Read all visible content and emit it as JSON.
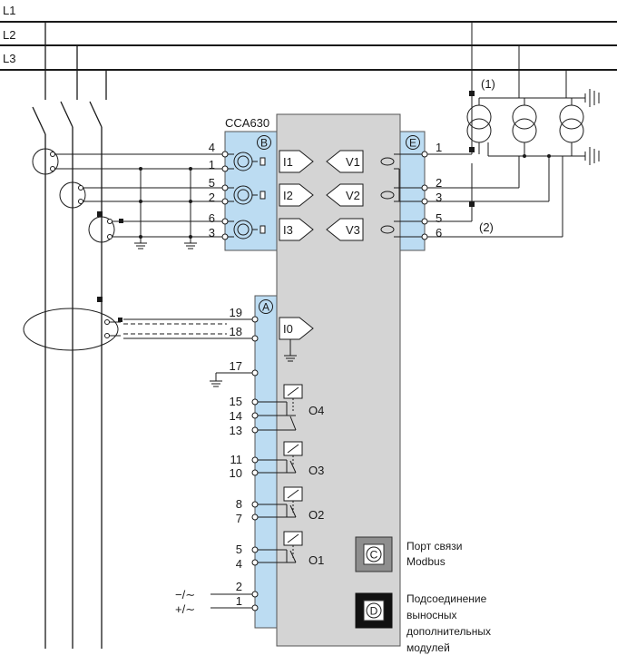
{
  "bus_labels": [
    "L1",
    "L2",
    "L3"
  ],
  "module_b": {
    "name": "CCA630",
    "letter": "B"
  },
  "module_e": {
    "letter": "E"
  },
  "module_a": {
    "letter": "A"
  },
  "port_c": {
    "letter": "C",
    "caption_line1": "Порт связи",
    "caption_line2": "Modbus"
  },
  "port_d": {
    "letter": "D",
    "caption_line1": "Подсоединение",
    "caption_line2": "выносных",
    "caption_line3": "дополнительных",
    "caption_line4": "модулей"
  },
  "current_inputs": [
    {
      "label": "I1",
      "terminals": [
        "4",
        "1"
      ]
    },
    {
      "label": "I2",
      "terminals": [
        "5",
        "2"
      ]
    },
    {
      "label": "I3",
      "terminals": [
        "6",
        "3"
      ]
    }
  ],
  "voltage_inputs": [
    {
      "label": "V1",
      "terminals": [
        "1"
      ]
    },
    {
      "label": "V2",
      "terminals": [
        "2",
        "3"
      ]
    },
    {
      "label": "V3",
      "terminals": [
        "5",
        "6"
      ]
    }
  ],
  "residual_input": {
    "label": "I0",
    "terminals": [
      "19",
      "18"
    ]
  },
  "ground_terminal": "17",
  "outputs": [
    {
      "label": "O4",
      "terminals": [
        "15",
        "14",
        "13"
      ]
    },
    {
      "label": "O3",
      "terminals": [
        "11",
        "10"
      ]
    },
    {
      "label": "O2",
      "terminals": [
        "8",
        "7"
      ]
    },
    {
      "label": "O1",
      "terminals": [
        "5",
        "4"
      ]
    }
  ],
  "supply": {
    "terminals": [
      "2",
      "1"
    ],
    "minus_label": "−/∼",
    "plus_label": "+/∼"
  },
  "notes": {
    "note1": "(1)",
    "note2": "(2)"
  }
}
